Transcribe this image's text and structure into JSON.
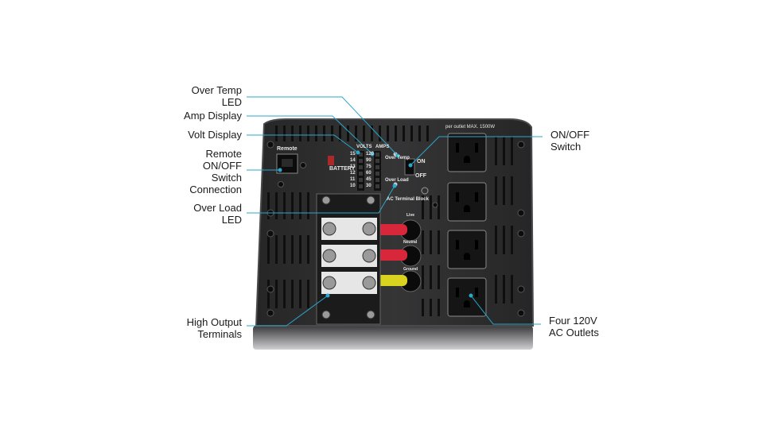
{
  "callouts": {
    "over_temp_led": [
      "Over Temp",
      "LED"
    ],
    "amp_display": [
      "Amp Display"
    ],
    "volt_display": [
      "Volt Display"
    ],
    "remote_switch": [
      "Remote",
      "ON/OFF",
      "Switch",
      "Connection"
    ],
    "over_load_led": [
      "Over Load",
      "LED"
    ],
    "high_output_terminals": [
      "High Output",
      "Terminals"
    ],
    "on_off_switch": [
      "ON/OFF",
      "Switch"
    ],
    "ac_outlets": [
      "Four 120V",
      "AC Outlets"
    ]
  },
  "panel": {
    "remote_label": "Remote",
    "battery_label": "BATTERY",
    "volts_label": "VOLTS",
    "amps_label": "AMPS",
    "volt_scale": [
      "15",
      "14",
      "13",
      "12",
      "11",
      "10"
    ],
    "amp_scale": [
      "120",
      "90",
      "75",
      "60",
      "45",
      "30"
    ],
    "over_temp_label": "Over Temp",
    "over_load_label": "Over Load",
    "on_label": "ON",
    "off_label": "OFF",
    "ac_terminal_label": "AC Terminal Block",
    "outlet_max_label": "per outlet MAX. 1500W",
    "terminal_labels": [
      "Live",
      "Neutral",
      "Ground"
    ]
  },
  "colors": {
    "callout_line": "#2aa7c9",
    "panel_body": "#2f2f30",
    "panel_edge": "#444446",
    "vent": "#0f0f10",
    "outlet": "#151516",
    "live_wire": "#d8263a",
    "ground_wire": "#d9d21e"
  }
}
